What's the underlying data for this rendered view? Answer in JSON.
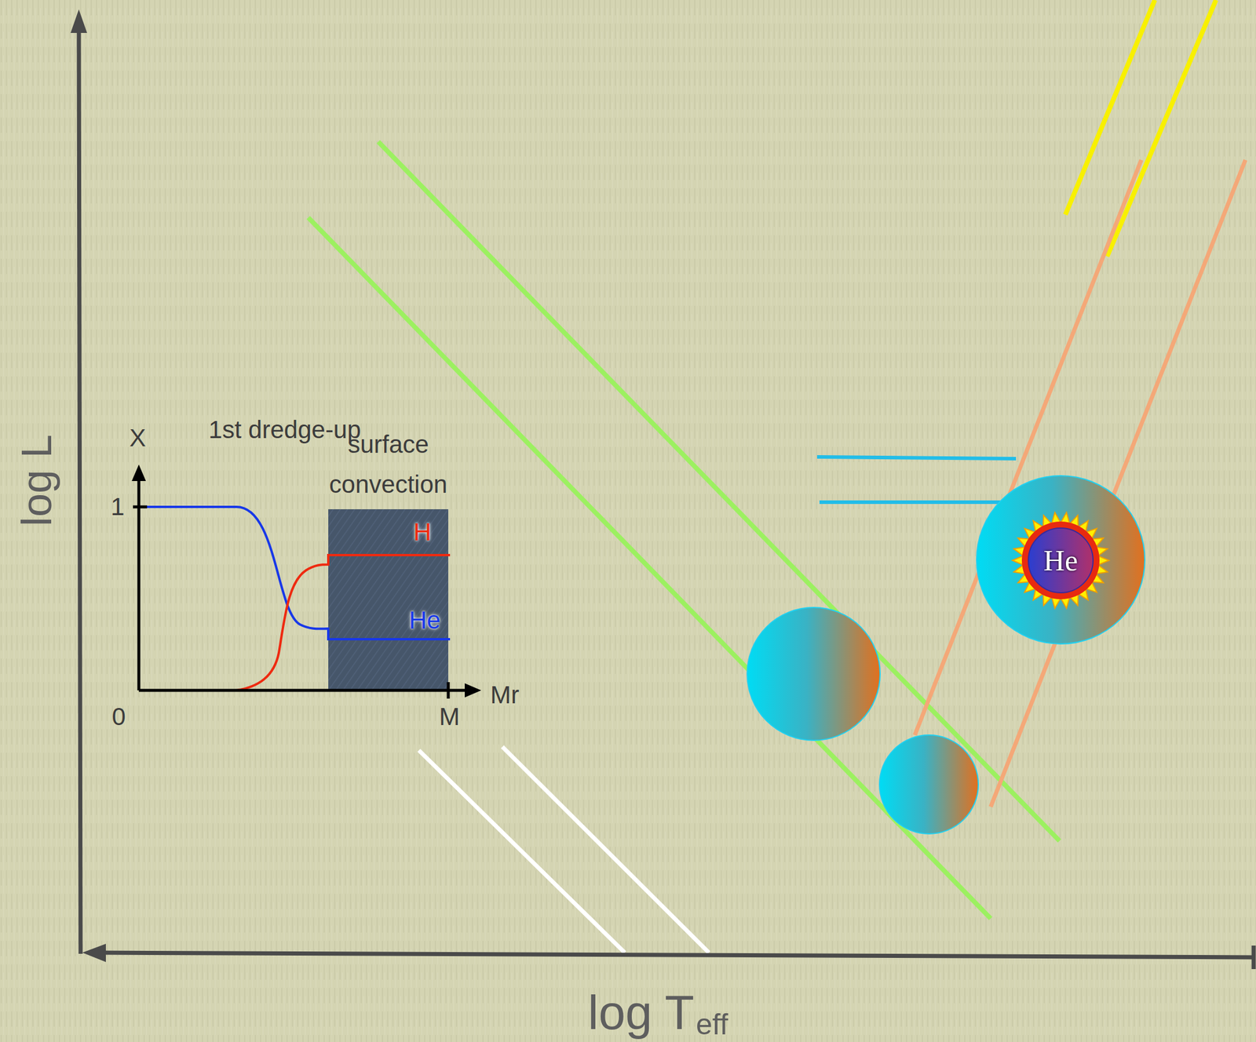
{
  "diagram": {
    "nodes": [
      {
        "text": [
          "surface convection",
          "H",
          "He"
        ]
      },
      {
        "text": [
          "He"
        ]
      }
    ],
    "labels": [
      "log L",
      "log T",
      "eff",
      "1st dredge-up",
      "X",
      "1",
      "0",
      "M",
      "Mr"
    ]
  }
}
